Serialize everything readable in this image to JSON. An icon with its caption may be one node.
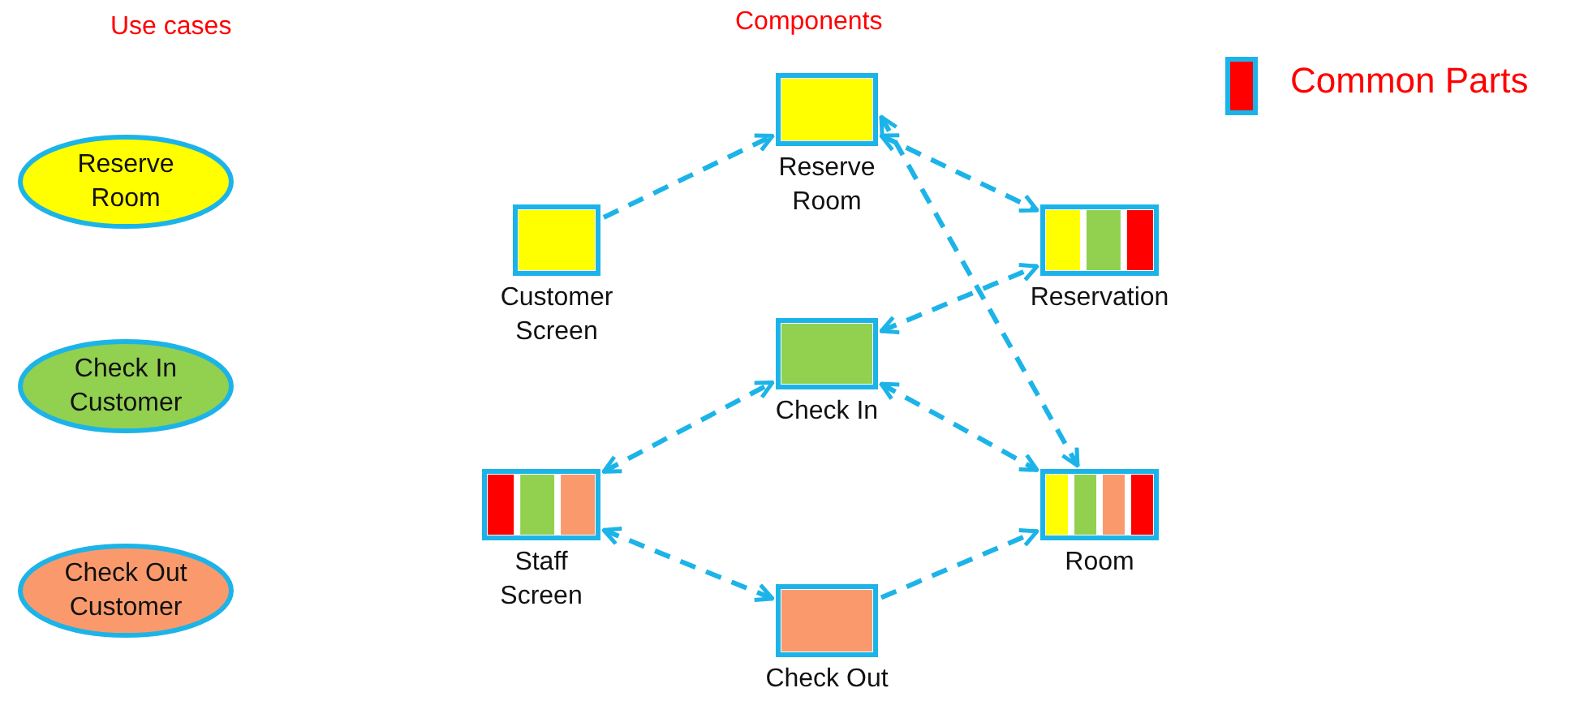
{
  "diagram": {
    "nodes": [
      {
        "text": [
          "Reserve Room"
        ]
      },
      {
        "text": [
          "Check In Customer"
        ]
      },
      {
        "text": [
          "Check Out Customer"
        ]
      },
      {
        "text": [
          "Customer Screen"
        ]
      },
      {
        "text": [
          "Reserve Room"
        ]
      },
      {
        "text": [
          "Check In"
        ]
      },
      {
        "text": [
          "Staff Screen"
        ]
      },
      {
        "text": [
          "Check Out"
        ]
      },
      {
        "text": [
          "Reservation"
        ]
      },
      {
        "text": [
          "Room"
        ]
      }
    ],
    "edges": [
      {
        "from": 3,
        "to": 4,
        "arrow": "to",
        "style": "dashed"
      },
      {
        "from": 6,
        "to": 5,
        "arrow": "both",
        "style": "dashed"
      },
      {
        "from": 6,
        "to": 7,
        "arrow": "both",
        "style": "dashed"
      },
      {
        "from": 4,
        "to": 8,
        "arrow": "both",
        "style": "dashed"
      },
      {
        "from": 4,
        "to": 9,
        "arrow": "both",
        "style": "dashed"
      },
      {
        "from": 5,
        "to": 8,
        "arrow": "both",
        "style": "dashed"
      },
      {
        "from": 5,
        "to": 9,
        "arrow": "both",
        "style": "dashed"
      },
      {
        "from": 7,
        "to": 9,
        "arrow": "to",
        "style": "dashed"
      }
    ],
    "labels": [
      "Use cases",
      "Components"
    ],
    "legend": [
      {
        "text": "Common Parts",
        "color": "#ff0000"
      }
    ]
  }
}
